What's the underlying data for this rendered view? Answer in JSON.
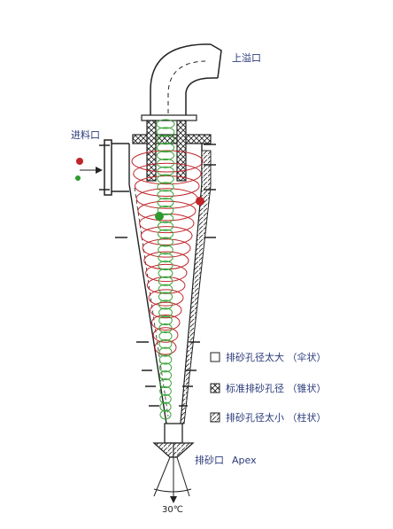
{
  "labels": {
    "overflow": "上溢口",
    "inlet": "进料口",
    "underflow": "排砂口",
    "apex": "Apex",
    "angle": "30℃"
  },
  "legend": [
    {
      "text": "排砂孔径太大 （伞状）",
      "pattern": "empty"
    },
    {
      "text": "标准排砂孔径 （锥状）",
      "pattern": "crosshatch"
    },
    {
      "text": "排砂孔径太小 （柱状）",
      "pattern": "diagonal"
    }
  ],
  "colors": {
    "outline": "#222222",
    "outer_vortex": "#c0252a",
    "inner_vortex": "#3aa53a",
    "label": "#2a3a7a",
    "particle_coarse": "#c0252a",
    "particle_fine": "#2e9a2e"
  }
}
